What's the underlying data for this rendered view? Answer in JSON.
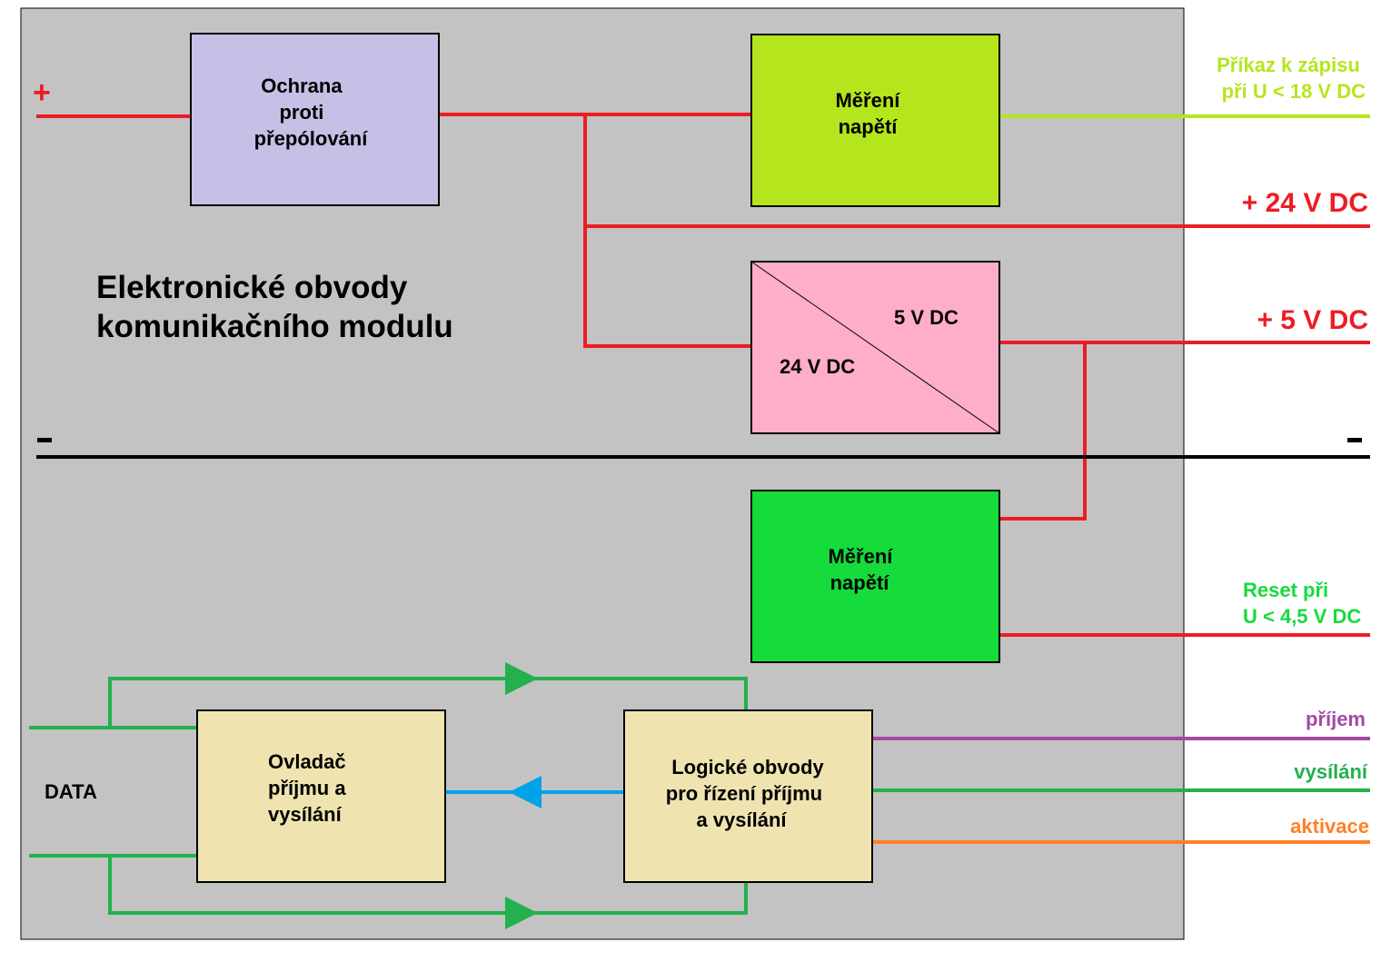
{
  "colors": {
    "module_bg": "#c3c3c3",
    "power": "#ed1c24",
    "minus": "#000000",
    "write_cmd": "#b5e61d",
    "green_line": "#22b14c",
    "blue_line": "#00a2e8",
    "purple_line": "#a349a4",
    "orange_line": "#ff7f27",
    "box_protection": "#c8bfe7",
    "box_measure_top": "#b5e61d",
    "box_converter": "#ffaec9",
    "box_measure_bottom": "#15db3b",
    "box_logic": "#efe4b0"
  },
  "module": {
    "title_lines": [
      "Elektronické obvody",
      "komunikačního modulu"
    ]
  },
  "terminals": {
    "plus": "+",
    "minus_left": "-",
    "minus_right": "-",
    "data": "DATA"
  },
  "boxes": {
    "protection": {
      "lines": [
        "Ochrana",
        "proti",
        "přepólování"
      ]
    },
    "measure_top": {
      "lines": [
        "Měření",
        "napětí"
      ]
    },
    "converter": {
      "input": "24 V DC",
      "output": "5 V DC"
    },
    "measure_bottom": {
      "lines": [
        "Měření",
        "napětí"
      ]
    },
    "driver": {
      "lines": [
        "Ovladač",
        "příjmu a",
        "vysílání"
      ]
    },
    "logic": {
      "lines": [
        "Logické obvody",
        "pro řízení příjmu",
        "a vysílání"
      ]
    }
  },
  "outputs": {
    "write_cmd": [
      "Příkaz k zápisu",
      "při U < 18 V DC"
    ],
    "v24": "+ 24 V DC",
    "v5": "+ 5 V DC",
    "reset": [
      "Reset při",
      "U < 4,5 V DC"
    ],
    "receive": "příjem",
    "transmit": "vysílání",
    "activate": "aktivace"
  }
}
